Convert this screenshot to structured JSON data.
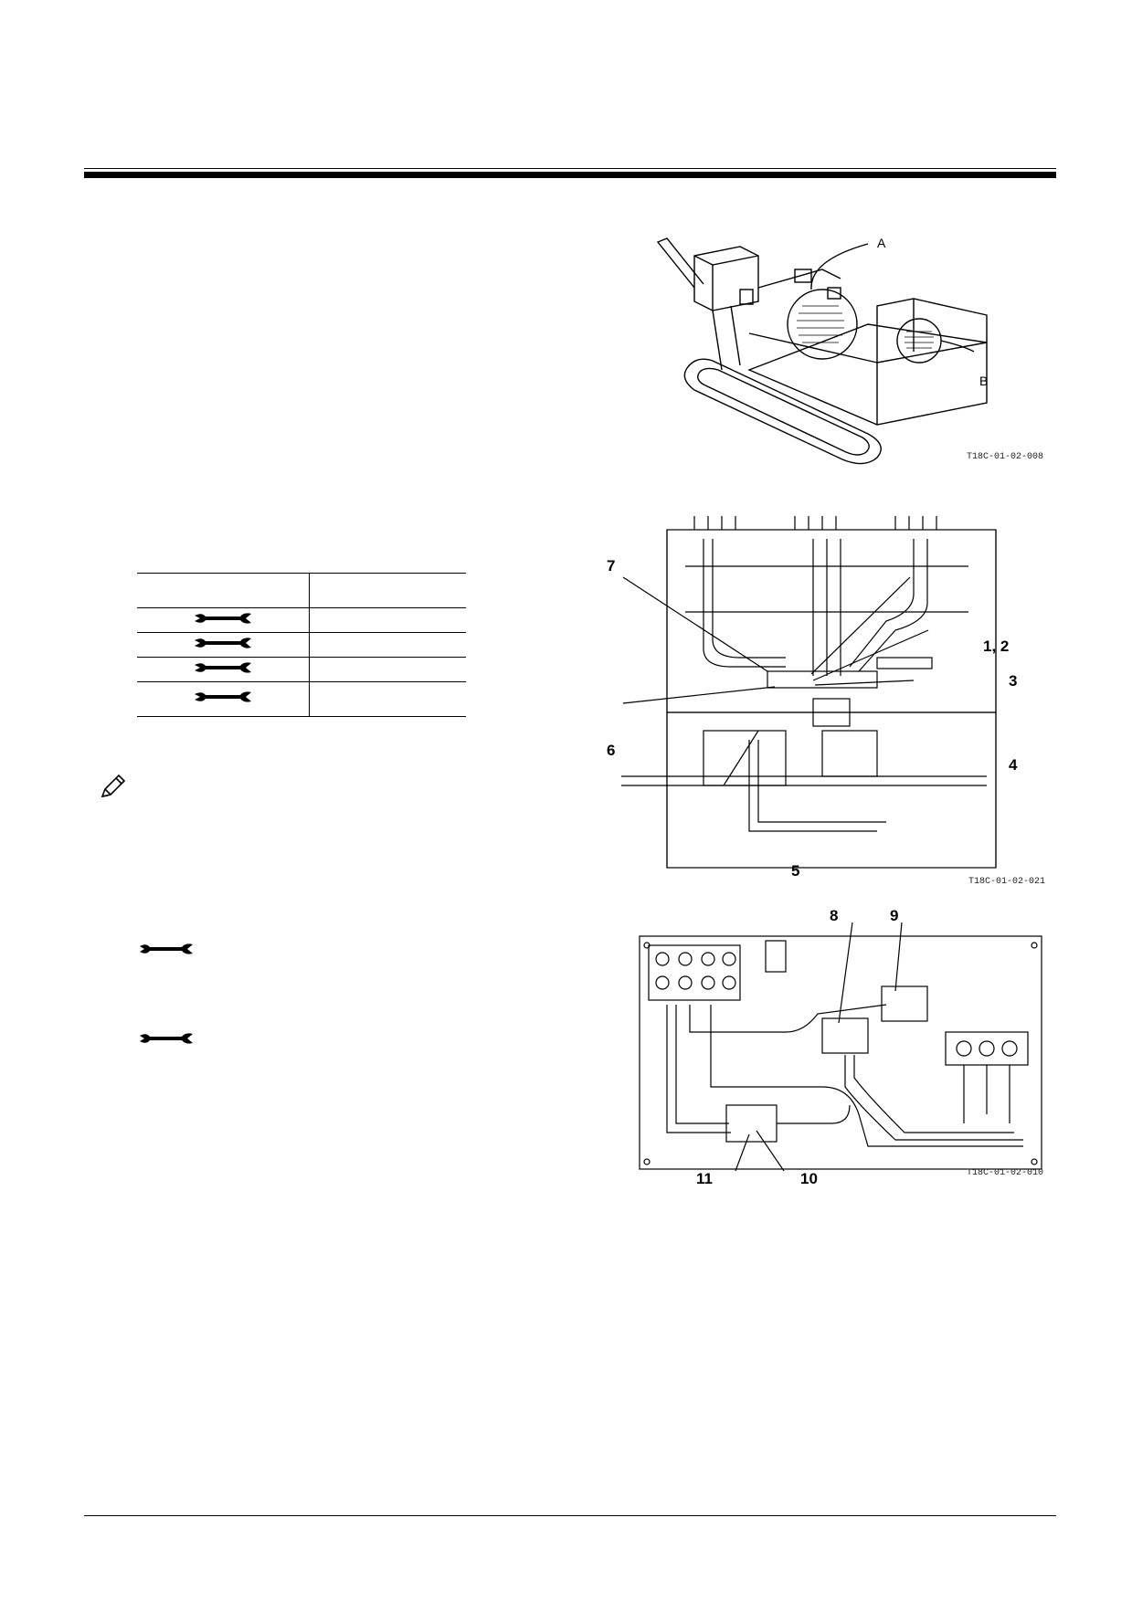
{
  "figures": [
    {
      "caption": "T18C-01-02-008",
      "callouts": [
        "A",
        "B"
      ]
    },
    {
      "caption": "T18C-01-02-021",
      "callouts": [
        "7",
        "1, 2",
        "3",
        "6",
        "4",
        "5"
      ]
    },
    {
      "caption": "T18C-01-02-010",
      "callouts": [
        "8",
        "9",
        "11",
        "10"
      ]
    }
  ],
  "table": {
    "rows": 4,
    "icon": "wrench-icon"
  },
  "note_icon": "pencil-icon",
  "step_icons": [
    "wrench-icon",
    "wrench-icon"
  ]
}
